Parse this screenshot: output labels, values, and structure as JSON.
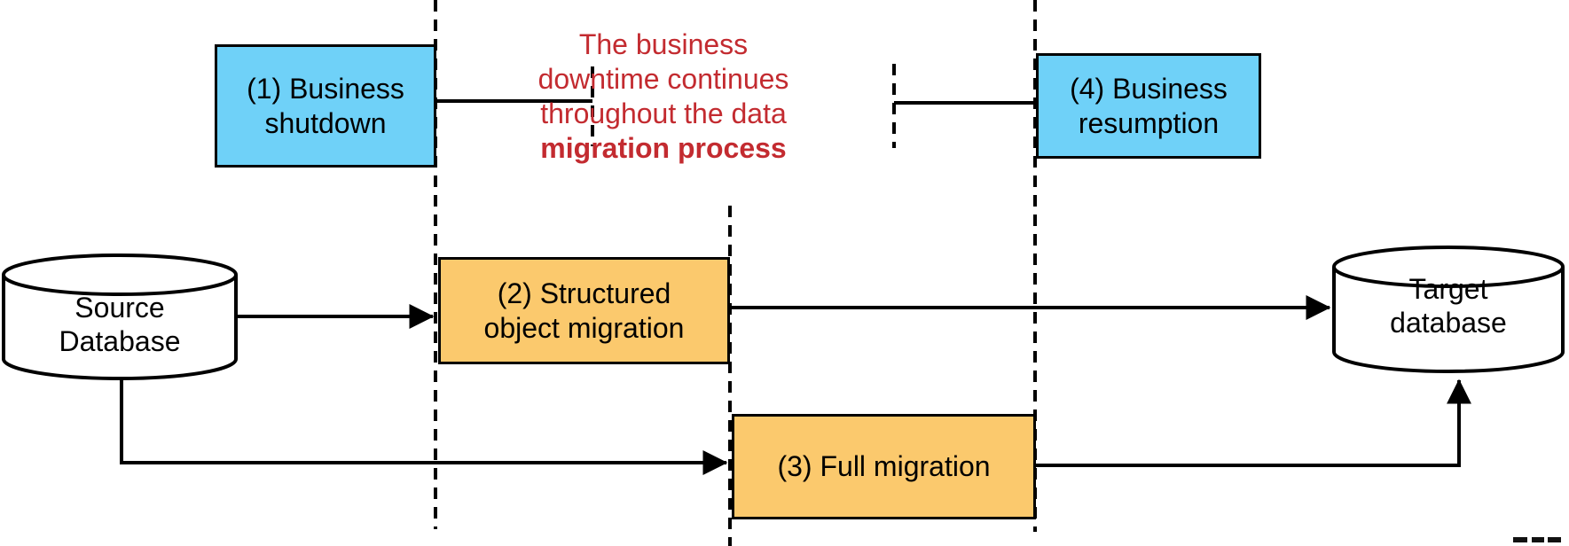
{
  "diagram": {
    "note": {
      "label": "The business downtime continues throughout the data migration process",
      "lines": [
        "The business",
        "downtime continues",
        "throughout the data",
        "migration process"
      ]
    },
    "nodes": {
      "business_shutdown": {
        "label": "(1) Business shutdown",
        "lines": [
          "(1) Business",
          "shutdown"
        ]
      },
      "structured_object_migration": {
        "label": "(2) Structured object migration",
        "lines": [
          "(2) Structured",
          "object migration"
        ]
      },
      "full_migration": {
        "label": "(3) Full migration",
        "lines": [
          "(3) Full migration"
        ]
      },
      "business_resumption": {
        "label": "(4) Business resumption",
        "lines": [
          "(4) Business",
          "resumption"
        ]
      },
      "source_database": {
        "label": "Source Database",
        "lines": [
          "Source",
          "Database"
        ]
      },
      "target_database": {
        "label": "Target database",
        "lines": [
          "Target",
          "database"
        ]
      }
    },
    "colors": {
      "business_phase_fill": "#6FD1F8",
      "migration_phase_fill": "#FBC96D",
      "note_text": "#C32B30",
      "outline": "#000000",
      "background": "#FFFFFF"
    }
  }
}
